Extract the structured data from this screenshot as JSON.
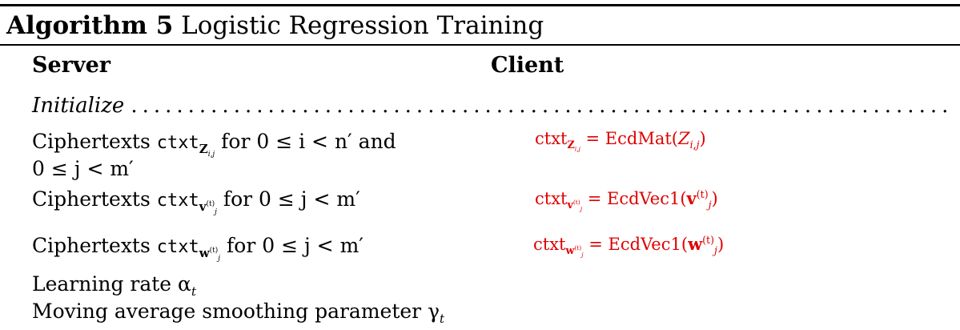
{
  "title": {
    "algorithm_label": "Algorithm 5",
    "name": "Logistic Regression Training"
  },
  "columns": {
    "server": "Server",
    "client": "Client"
  },
  "initialize": {
    "label": "Initialize",
    "leader": "......................................................................................................................"
  },
  "server_lines": [
    {
      "prefix": "Ciphertexts ",
      "cipher": "ctxt",
      "sub": "Z",
      "subsub": "i,j",
      "suffix": "  for  0  ≤  i  <  n′  and"
    },
    {
      "text": "0 ≤ j < m′"
    },
    {
      "prefix": "Ciphertexts ",
      "cipher": "ctxt",
      "sub": "v",
      "subsup": "(t)",
      "subsub": "j",
      "suffix": "  for 0 ≤ j < m′"
    },
    {
      "prefix": "Ciphertexts ",
      "cipher": "ctxt",
      "sub": "w",
      "subsup": "(t)",
      "subsub": "j",
      "suffix": "  for 0 ≤ j < m′"
    },
    {
      "text": "Learning rate α",
      "sub": "t"
    },
    {
      "text": "Moving average smoothing parameter γ",
      "sub": "t"
    }
  ],
  "client_lines": [
    {
      "lhs": "ctxt",
      "lhs_sub": "Z",
      "lhs_subsub": "i,j",
      "rhs": " = EcdMat(",
      "arg": "Z",
      "arg_sub": "i,j",
      "close": ")"
    },
    {
      "lhs": "ctxt",
      "lhs_sub": "v",
      "lhs_subsub": "j",
      "lhs_subsup": "(t)",
      "rhs": " = EcdVec1(",
      "arg": "v",
      "arg_sub": "j",
      "arg_sup": "(t)",
      "close": ")"
    },
    {
      "lhs": "ctxt",
      "lhs_sub": "w",
      "lhs_subsub": "j",
      "lhs_subsup": "(t)",
      "rhs": " = EcdVec1(",
      "arg": "w",
      "arg_sub": "j",
      "arg_sup": "(t)",
      "close": ")"
    }
  ],
  "colors": {
    "client_text": "#e00000",
    "rule": "#000000"
  }
}
